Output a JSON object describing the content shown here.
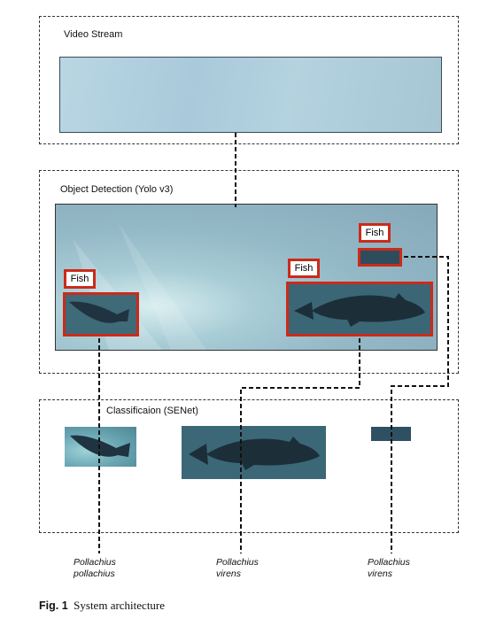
{
  "sections": {
    "video_stream": "Video Stream",
    "object_detection": "Object Detection (Yolo v3)",
    "classification": "Classificaion (SENet)"
  },
  "detections": [
    {
      "label": "Fish"
    },
    {
      "label": "Fish"
    },
    {
      "label": "Fish"
    }
  ],
  "species": [
    {
      "genus": "Pollachius",
      "epithet": "pollachius"
    },
    {
      "genus": "Pollachius",
      "epithet": "virens"
    },
    {
      "genus": "Pollachius",
      "epithet": "virens"
    }
  ],
  "caption": {
    "label": "Fig. 1",
    "text": "System architecture"
  },
  "colors": {
    "detection_box": "#cc2a1a",
    "dashed_line": "#111111"
  }
}
